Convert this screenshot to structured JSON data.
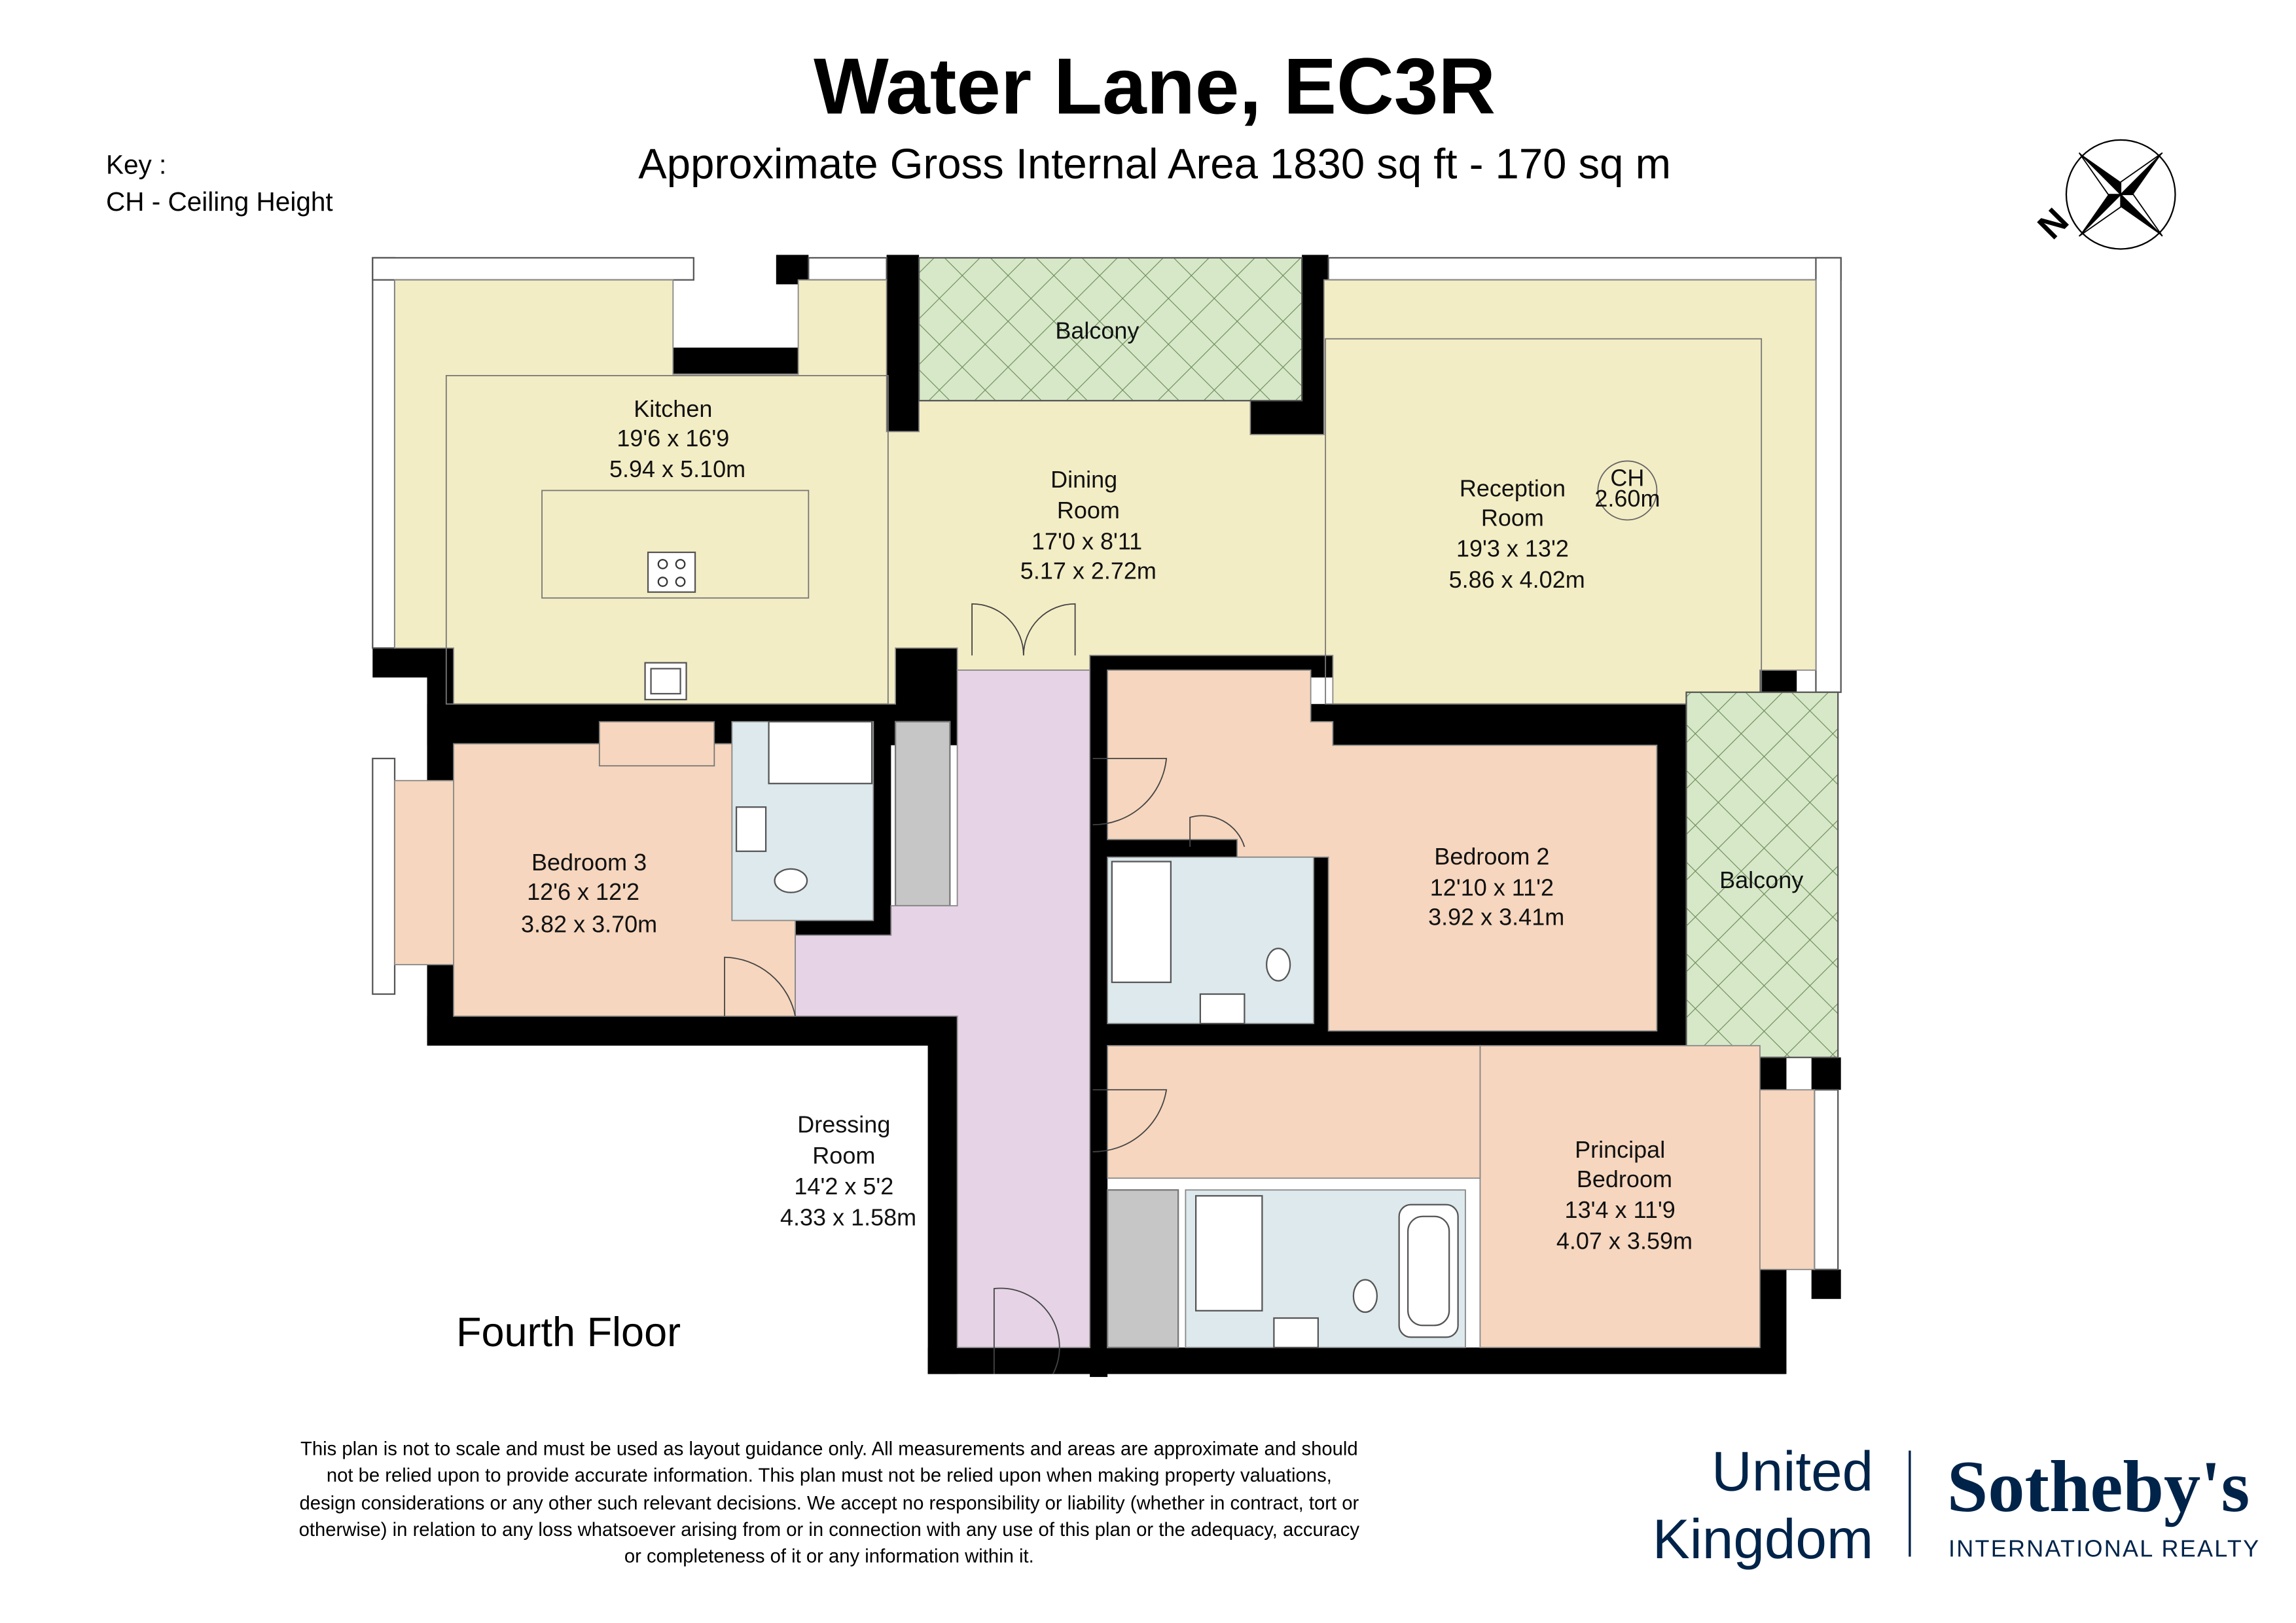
{
  "header": {
    "title": "Water Lane, EC3R",
    "subtitle": "Approximate Gross Internal Area 1830 sq ft - 170 sq m"
  },
  "key": {
    "heading": "Key :",
    "items": [
      "CH - Ceiling Height"
    ]
  },
  "compass": {
    "letter": "N",
    "icon": "north-arrow-icon"
  },
  "floor_label": "Fourth Floor",
  "ceiling_height": {
    "label": "CH",
    "value": "2.60m"
  },
  "rooms": {
    "kitchen": {
      "name": [
        "Kitchen"
      ],
      "imperial": "19'6 x 16'9",
      "metric": "5.94 x 5.10m"
    },
    "dining": {
      "name": [
        "Dining",
        "Room"
      ],
      "imperial": "17'0 x 8'11",
      "metric": "5.17 x 2.72m"
    },
    "reception": {
      "name": [
        "Reception",
        "Room"
      ],
      "imperial": "19'3 x 13'2",
      "metric": "5.86 x 4.02m"
    },
    "balcony_top": {
      "name": [
        "Balcony"
      ]
    },
    "balcony_right": {
      "name": [
        "Balcony"
      ]
    },
    "bedroom3": {
      "name": [
        "Bedroom 3"
      ],
      "imperial": "12'6 x 12'2",
      "metric": "3.82 x 3.70m"
    },
    "bedroom2": {
      "name": [
        "Bedroom 2"
      ],
      "imperial": "12'10 x 11'2",
      "metric": "3.92 x 3.41m"
    },
    "dressing": {
      "name": [
        "Dressing",
        "Room"
      ],
      "imperial": "14'2 x 5'2",
      "metric": "4.33 x 1.58m"
    },
    "principal": {
      "name": [
        "Principal",
        "Bedroom"
      ],
      "imperial": "13'4 x 11'9",
      "metric": "4.07 x 3.59m"
    }
  },
  "colors": {
    "living": "#f3edc5",
    "bedroom": "#f6d6be",
    "dressing": "#e6d3e6",
    "bathroom": "#dde9ec",
    "balcony": "#d6e8c8",
    "storage": "#c6c6c6",
    "wall": "#000000",
    "brand": "#002349"
  },
  "disclaimer": [
    "This plan is not to scale and must be used as layout guidance only. All measurements and areas are approximate and should",
    "not be relied upon to provide accurate information. This plan must not be relied upon when making property valuations,",
    "design considerations or any other such relevant decisions. We accept no responsibility or liability (whether in contract, tort or",
    "otherwise) in relation to any loss whatsoever arising from or in connection with any use of this plan or the adequacy, accuracy",
    "or completeness of it or any information within it."
  ],
  "logo": {
    "region_line1": "United",
    "region_line2": "Kingdom",
    "brand": "Sotheby's",
    "tagline": "INTERNATIONAL REALTY"
  }
}
